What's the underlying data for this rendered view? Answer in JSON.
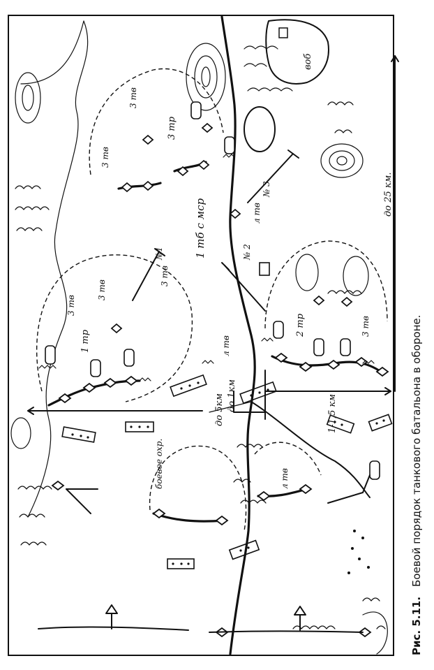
{
  "figure": {
    "caption_number": "Рис. 5.11.",
    "caption_text": "Боевой порядок танкового батальона в обороне."
  },
  "map": {
    "labels": {
      "battalion": "1 тб с мср",
      "company_1": "1 тр",
      "company_2": "2 тр",
      "company_3": "3 тр",
      "point_1": "№1",
      "point_2": "№ 2",
      "point_3": "№ 3",
      "platoon_3_tv": "3 тв",
      "platoon_l_tv": "л тв",
      "guard": "боевое охр.",
      "vob": "воб"
    },
    "distances": {
      "d_5km": "до 5км",
      "d_1km": "до 1км",
      "d_1_15km": "1-1,5 км",
      "d_25km": "до 25 км."
    }
  }
}
